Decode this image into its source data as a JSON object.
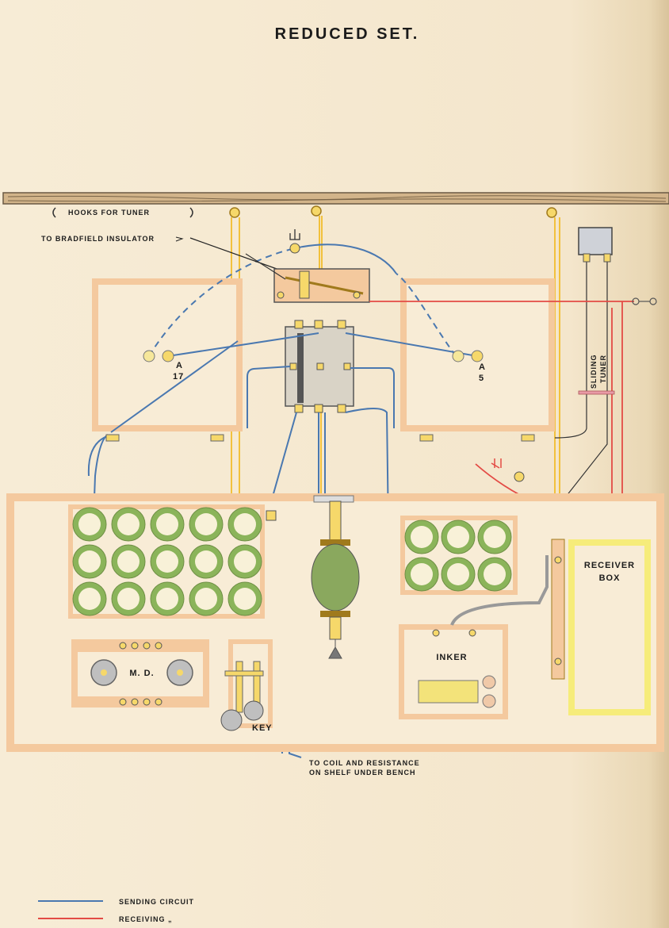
{
  "title": "REDUCED SET.",
  "labels": {
    "hooks": "HOOKS FOR TUNER",
    "insulator": "TO BRADFIELD INSULATOR",
    "a17_letter": "A",
    "a17_number": "17",
    "a5_letter": "A",
    "a5_number": "5",
    "sliding_tuner_1": "SLIDING",
    "sliding_tuner_2": "TUNER",
    "receiver_1": "RECEIVER",
    "receiver_2": "BOX",
    "md": "M. D.",
    "inker": "INKER",
    "key": "KEY",
    "coil_1": "TO COIL AND RESISTANCE",
    "coil_2": "ON SHELF UNDER BENCH"
  },
  "legend": [
    {
      "label": "SENDING CIRCUIT",
      "color": "#4a78b0"
    },
    {
      "label": "RECEIVING     „",
      "color": "#e34b45"
    }
  ],
  "colors": {
    "wood": "#c9a87c",
    "panel_border": "#f2c89a",
    "yellow_wire": "#f2c13c",
    "blue_wire": "#4a78b0",
    "red_wire": "#e34b45",
    "cell_green": "#8bb45a"
  }
}
